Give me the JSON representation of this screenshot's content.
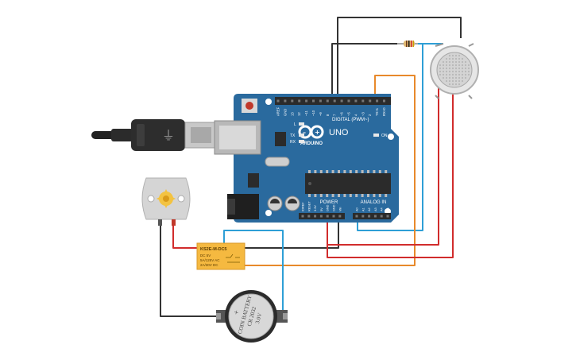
{
  "board": {
    "brand": "ARDUINO",
    "model": "UNO",
    "digital_label": "DIGITAL (PWM~)",
    "power_label": "POWER",
    "analog_label": "ANALOG IN",
    "led_l": "L",
    "led_tx": "TX",
    "led_rx": "RX",
    "led_on": "ON",
    "top_pins": [
      "AREF",
      "GND",
      "13",
      "12",
      "~11",
      "~10",
      "~9",
      "8",
      "7",
      "~6",
      "~5",
      "4",
      "~3",
      "2",
      "TX>1",
      "RX<0"
    ],
    "power_pins": [
      "IOREF",
      "RESET",
      "3.3V",
      "5V",
      "GND",
      "GND",
      "Vin"
    ],
    "analog_pins": [
      "A0",
      "A1",
      "A2",
      "A3",
      "A4",
      "A5"
    ]
  },
  "relay": {
    "part": "KS2E-M-DC5",
    "line1": "DC 5V",
    "line2": "5A/125V AC",
    "line3": "2A/30V DC"
  },
  "battery": {
    "line1": "COIN BATTERY",
    "line2": "CR 2032",
    "line3": "3.0V"
  },
  "colors": {
    "board": "#2a6a9e",
    "wire_black": "#333333",
    "wire_red": "#d12c2c",
    "wire_blue": "#2e9fd6",
    "wire_orange": "#e8892b",
    "relay": "#f5b940"
  }
}
